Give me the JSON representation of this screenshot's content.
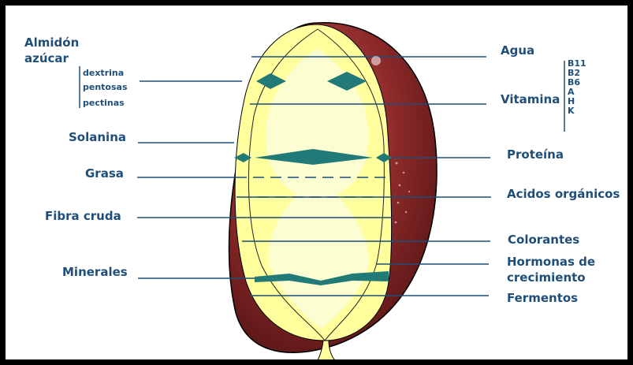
{
  "colors": {
    "line": "#1f4e79",
    "label": "#1f4e79",
    "flesh": "#ffff9e",
    "flesh_light": "#fdfdd2",
    "skin": "#8e2a2a",
    "skin_dark": "#5c1616",
    "teal": "#227a78",
    "outline": "#000000"
  },
  "labels": {
    "almidon": "Almidón",
    "azucar": "azúcar",
    "dextrina": "dextrina",
    "pentosas": "pentosas",
    "pectinas": "pectinas",
    "solanina": "Solanina",
    "grasa": "Grasa",
    "fibra": "Fibra cruda",
    "minerales": "Minerales",
    "agua": "Agua",
    "vitamina": "Vitamina",
    "proteina": "Proteína",
    "acidos": "Acidos orgánicos",
    "colorantes": "Colorantes",
    "hormonas_1": "Hormonas de",
    "hormonas_2": "crecimiento",
    "fermentos": "Fermentos"
  },
  "vitamins": [
    "B11",
    "B2",
    "B6",
    "A",
    "H",
    "K"
  ]
}
